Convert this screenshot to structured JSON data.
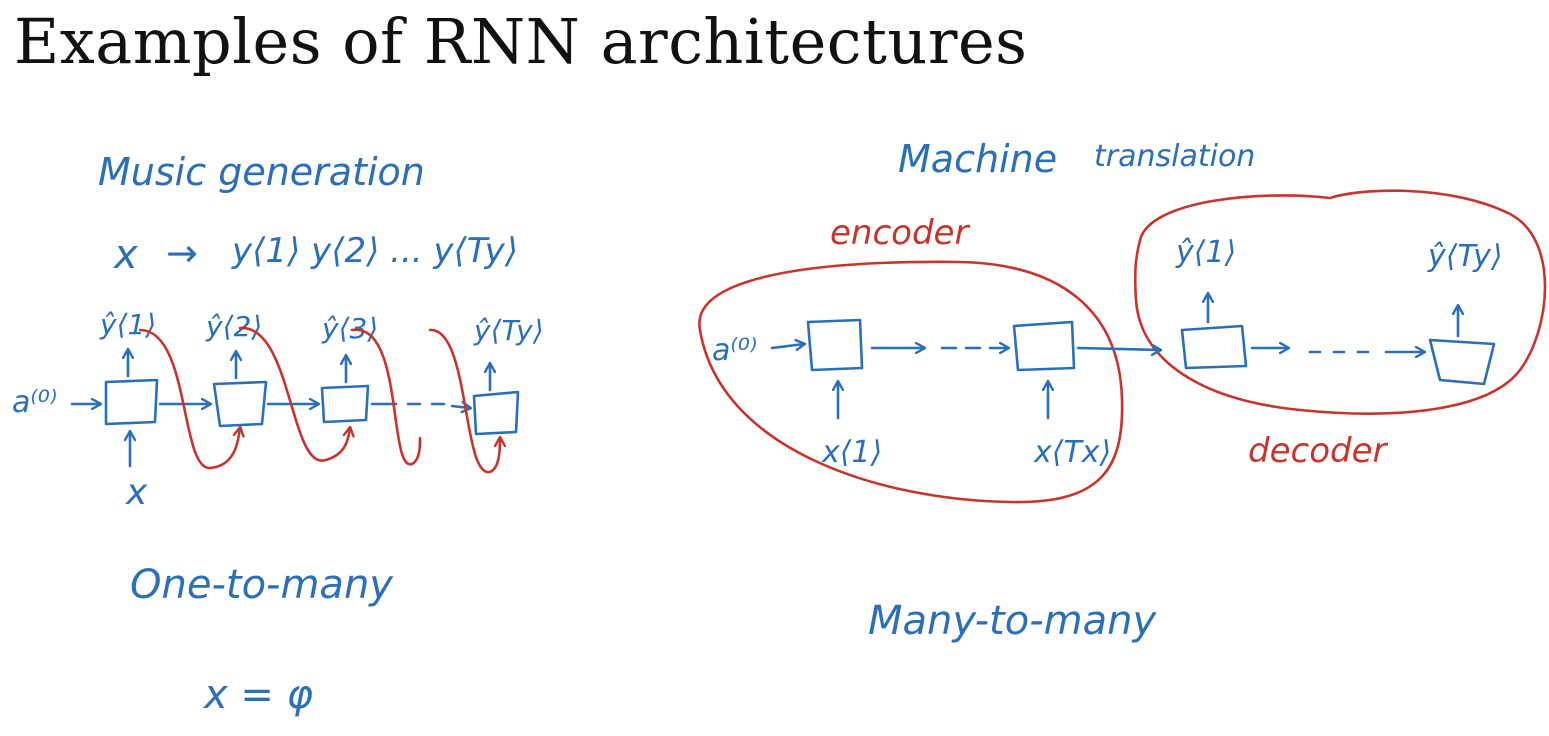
{
  "title": "Examples of RNN architectures",
  "colors": {
    "ink_blue": "#2a6fb8",
    "ink_red": "#c8342e",
    "title": "#111111"
  },
  "left": {
    "heading": "Music generation",
    "mapping_x": "x",
    "mapping_arrow": "→",
    "mapping_y": "y⟨1⟩ y⟨2⟩ ... y⟨Ty⟩",
    "a0": "a⁽⁰⁾",
    "input_x": "x",
    "outputs": [
      "ŷ⟨1⟩",
      "ŷ⟨2⟩",
      "ŷ⟨3⟩",
      "ŷ⟨Ty⟩"
    ],
    "category": "One-to-many",
    "note": "x = φ"
  },
  "right": {
    "heading_1": "Machine",
    "heading_2": "translation",
    "encoder_label": "encoder",
    "decoder_label": "decoder",
    "a0": "a⁽⁰⁾",
    "inputs": [
      "x⟨1⟩",
      "x⟨Tx⟩"
    ],
    "outputs": [
      "ŷ⟨1⟩",
      "ŷ⟨Ty⟩"
    ],
    "category": "Many-to-many"
  }
}
